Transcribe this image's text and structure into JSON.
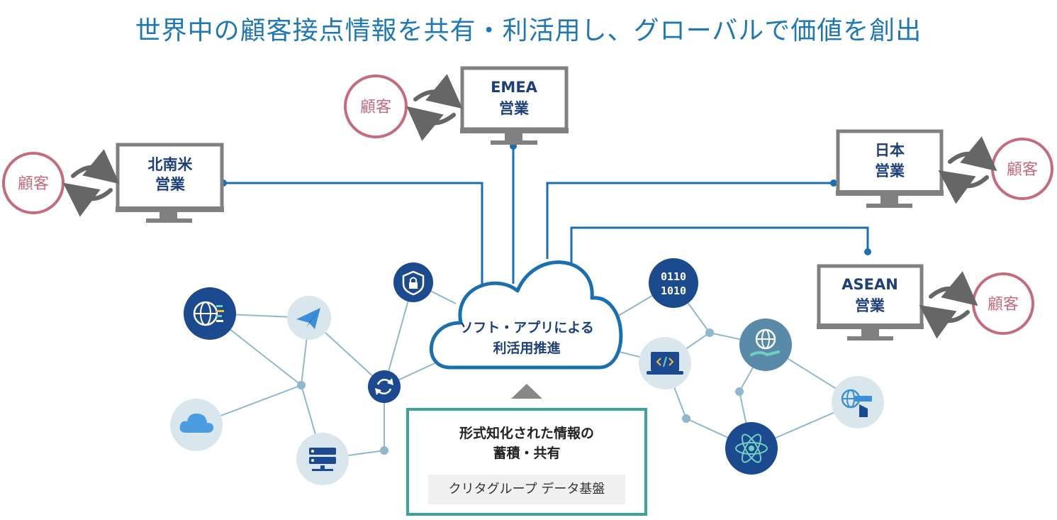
{
  "title": "世界中の顧客接点情報を共有・利活用し、グローバルで価値を創出",
  "monitors": [
    {
      "id": "na",
      "line1": "北南米",
      "line2": "営業"
    },
    {
      "id": "emea",
      "line1": "EMEA",
      "line2": "営業"
    },
    {
      "id": "japan",
      "line1": "日本",
      "line2": "営業"
    },
    {
      "id": "asean",
      "line1": "ASEAN",
      "line2": "営業"
    }
  ],
  "customer_label": "顧客",
  "cloud": {
    "line1": "ソフト・アプリによる",
    "line2": "利活用推進"
  },
  "storage": {
    "line1": "形式知化された情報の",
    "line2": "蓄積・共有",
    "platform": "クリタグループ データ基盤"
  },
  "binary_icon": {
    "line1": "0110",
    "line2": "1010"
  },
  "colors": {
    "title": "#1f78b4",
    "connector": "#1a6fb0",
    "monitor": "#808080",
    "customer": "#c46c7e",
    "network_line": "#8fb8cc",
    "icon_dark": "#1b4a8f",
    "icon_light": "#d9e6ee",
    "storage_border": "#3aa596"
  }
}
